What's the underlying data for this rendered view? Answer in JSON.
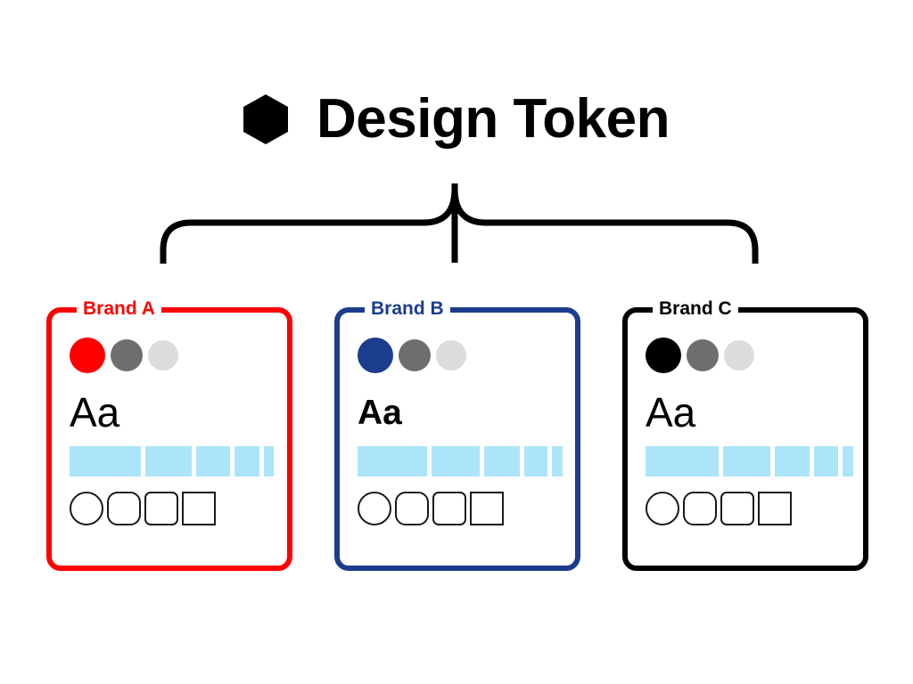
{
  "header": {
    "icon": "hexagon-icon",
    "title": "Design Token"
  },
  "connector": {
    "type": "curly-brace",
    "name": "brace-connector",
    "color": "#000000"
  },
  "palette": {
    "neutral_mid": "#6e6e6e",
    "neutral_light": "#dcdcdc",
    "bar_blue": "#ace5fa",
    "shape_outline": "#1a1a1a"
  },
  "cards": [
    {
      "label": "Brand A",
      "accent": "#ff0000",
      "swatches": [
        {
          "name": "primary",
          "color": "#ff0000"
        },
        {
          "name": "neutral",
          "color": "#6e6e6e"
        },
        {
          "name": "surface",
          "color": "#dcdcdc"
        }
      ],
      "type_sample": "Aa",
      "type_weight": "400",
      "type_size": "46px",
      "bars": [
        80,
        52,
        38,
        28,
        11
      ],
      "shape_radii": [
        "50%",
        "12px",
        "7px",
        "0px"
      ]
    },
    {
      "label": "Brand B",
      "accent": "#1c3c8e",
      "swatches": [
        {
          "name": "primary",
          "color": "#1c3c8e"
        },
        {
          "name": "neutral",
          "color": "#6e6e6e"
        },
        {
          "name": "surface",
          "color": "#dcdcdc"
        }
      ],
      "type_sample": "Aa",
      "type_weight": "700",
      "type_size": "39px",
      "bars": [
        78,
        54,
        40,
        26,
        12
      ],
      "shape_radii": [
        "50%",
        "12px",
        "7px",
        "0px"
      ]
    },
    {
      "label": "Brand C",
      "accent": "#000000",
      "swatches": [
        {
          "name": "primary",
          "color": "#000000"
        },
        {
          "name": "neutral",
          "color": "#6e6e6e"
        },
        {
          "name": "surface",
          "color": "#dcdcdc"
        }
      ],
      "type_sample": "Aa",
      "type_weight": "300",
      "type_size": "46px",
      "bars": [
        82,
        53,
        39,
        27,
        12
      ],
      "shape_radii": [
        "50%",
        "12px",
        "7px",
        "0px"
      ]
    }
  ]
}
